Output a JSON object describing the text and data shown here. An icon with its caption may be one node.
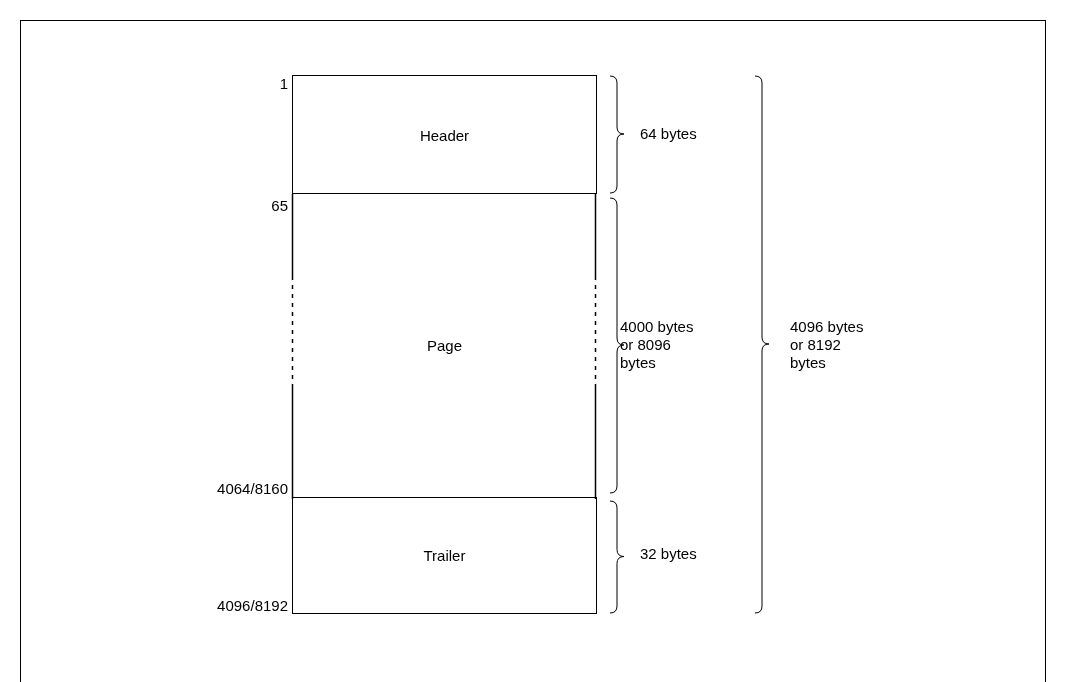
{
  "diagram": {
    "nodes": [
      {
        "text": [
          "Header"
        ]
      },
      {
        "text": [
          "Page"
        ]
      },
      {
        "text": [
          "Trailer"
        ]
      }
    ],
    "labels": [
      "1",
      "64 bytes",
      "65",
      "4000 bytes or 8096 bytes",
      "4096 bytes or 8192 bytes",
      "4064/8160",
      "32 bytes",
      "4096/8192"
    ]
  }
}
